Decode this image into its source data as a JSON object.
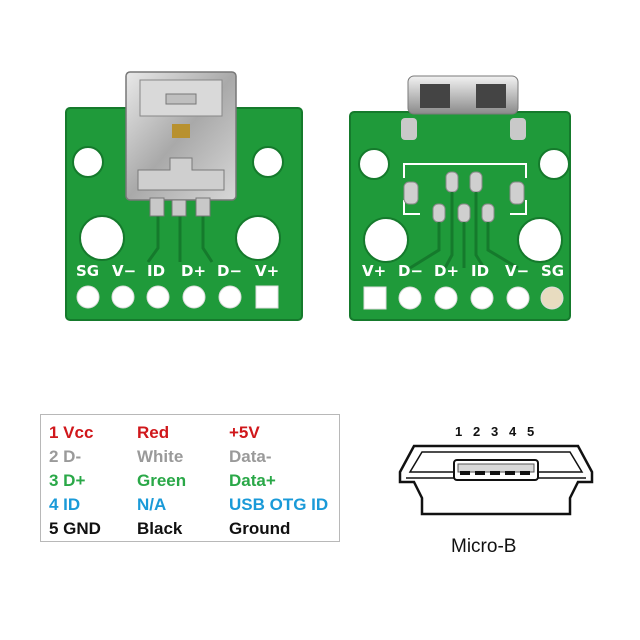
{
  "colors": {
    "pcb": "#1f9a3a",
    "pcb_dark": "#157a2c",
    "vcc": "#d0171b",
    "dminus": "#9a9a9a",
    "dplus": "#2aa848",
    "id": "#1a9ad8",
    "gnd": "#111111"
  },
  "left_board": {
    "pin_labels": [
      "SG",
      "V−",
      "ID",
      "D+",
      "D−",
      "V+"
    ]
  },
  "right_board": {
    "pin_labels": [
      "V+",
      "D−",
      "D+",
      "ID",
      "V−",
      "SG"
    ]
  },
  "pinout": [
    {
      "pin": "1 Vcc",
      "wire": "Red",
      "signal": "+5V",
      "color": "#d0171b"
    },
    {
      "pin": "2 D-",
      "wire": "White",
      "signal": "Data-",
      "color": "#9a9a9a"
    },
    {
      "pin": "3 D+",
      "wire": "Green",
      "signal": "Data+",
      "color": "#2aa848"
    },
    {
      "pin": "4 ID",
      "wire": "N/A",
      "signal": "USB OTG ID",
      "color": "#1a9ad8"
    },
    {
      "pin": "5 GND",
      "wire": "Black",
      "signal": "Ground",
      "color": "#111111"
    }
  ],
  "connector": {
    "pin_numbers": [
      "1",
      "2",
      "3",
      "4",
      "5"
    ],
    "caption": "Micro-B"
  }
}
